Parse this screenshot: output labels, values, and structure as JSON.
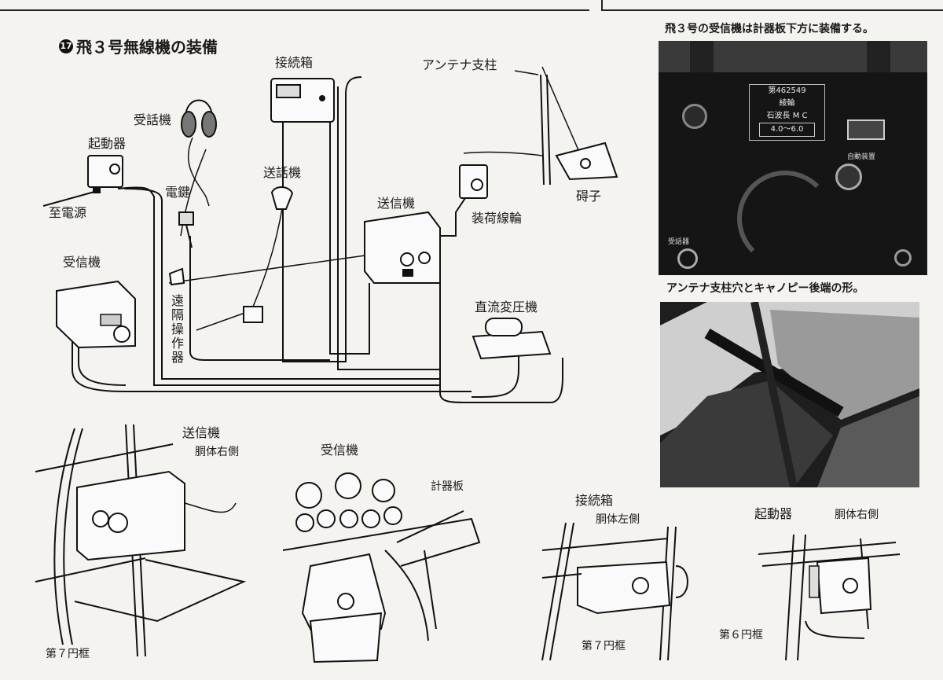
{
  "page": {
    "section_no": "17",
    "title": "飛３号無線機の装備"
  },
  "diagram": {
    "labels": {
      "junction_box": "接続箱",
      "antenna_mast": "アンテナ支柱",
      "headphones": "受話機",
      "starter": "起動器",
      "to_power": "至電源",
      "microphone": "送話機",
      "key": "電鍵",
      "transmitter": "送信機",
      "loading_coil": "装荷線輪",
      "insulator": "碍子",
      "receiver": "受信機",
      "remote_control": "遠隔操作器",
      "dc_converter": "直流変圧機"
    }
  },
  "details": {
    "transmitter": {
      "title": "送信機",
      "sub": "胴体右側",
      "frame": "第７円框"
    },
    "receiver": {
      "title": "受信機",
      "panel": "計器板"
    },
    "junction": {
      "title": "接続箱",
      "sub": "胴体左側",
      "frame": "第７円框"
    },
    "starter": {
      "title": "起動器",
      "sub": "胴体右側",
      "frame": "第６円框"
    }
  },
  "photos": {
    "top_caption": "飛３号の受信機は計器板下方に装備する。",
    "receiver_plate": [
      "第462549",
      "綾輪",
      "石波長 M C",
      "4.0～6.0"
    ],
    "receiver_left": "受話器",
    "receiver_right": "自動装置",
    "bottom_caption": "アンテナ支柱穴とキャノピー後端の形。"
  }
}
